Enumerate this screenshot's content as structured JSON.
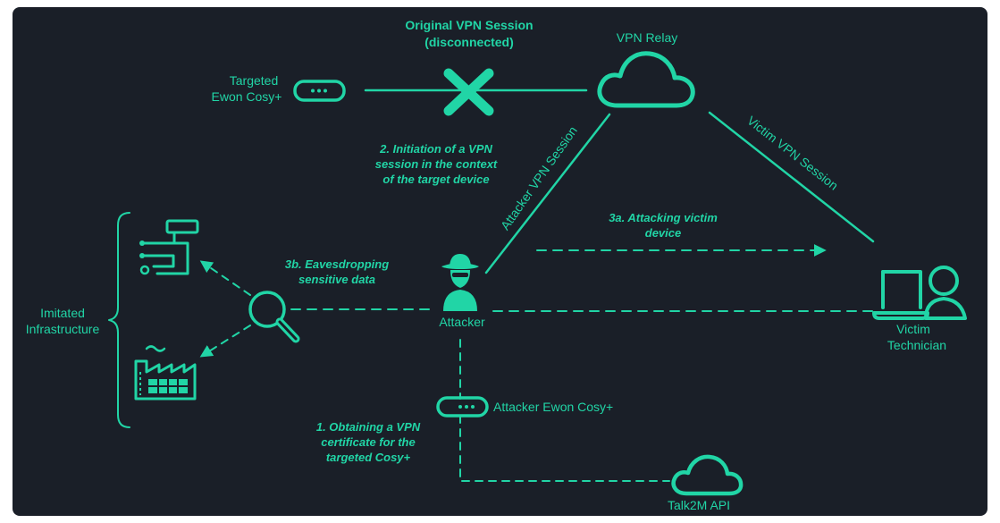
{
  "colors": {
    "background": "#1a1f28",
    "accent": "#21d5a6"
  },
  "labels": {
    "original_session_1": "Original VPN Session",
    "original_session_2": "(disconnected)",
    "vpn_relay": "VPN Relay",
    "targeted_1": "Targeted",
    "targeted_2": "Ewon Cosy+",
    "step2_1": "2. Initiation of a VPN",
    "step2_2": "session in the context",
    "step2_3": "of the target device",
    "attacker_vpn_session": "Attacker VPN Session",
    "victim_vpn_session": "Victim VPN Session",
    "step3a_1": "3a. Attacking victim",
    "step3a_2": "device",
    "step3b_1": "3b. Eavesdropping",
    "step3b_2": "sensitive data",
    "imitated_1": "Imitated",
    "imitated_2": "Infrastructure",
    "attacker": "Attacker",
    "victim_1": "Victim",
    "victim_2": "Technician",
    "attacker_cosy": "Attacker Ewon Cosy+",
    "step1_1": "1. Obtaining a VPN",
    "step1_2": "certificate for the",
    "step1_3": "targeted Cosy+",
    "talk2m": "Talk2M API"
  },
  "icons": [
    "cloud-icon",
    "router-icon",
    "x-mark-icon",
    "attacker-icon",
    "magnifier-icon",
    "pipeline-icon",
    "factory-icon",
    "technician-laptop-icon",
    "brace-icon"
  ]
}
